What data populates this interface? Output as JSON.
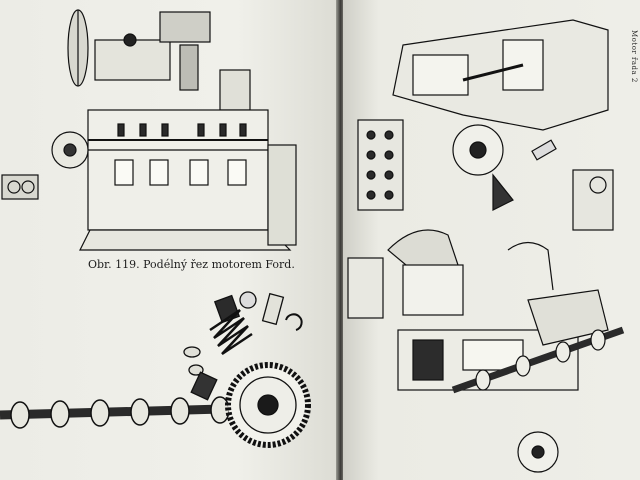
{
  "left_page": {
    "figure_caption": "Obr. 119. Podélný řez motorem Ford."
  },
  "right_page": {
    "edge_text": "Motor řada 2"
  },
  "figures": {
    "left_top": "engine-longitudinal-section",
    "left_bottom": "camshaft-and-valve-parts",
    "right_top": "engine-cross-section",
    "right_bottom": "engine-assembly-section"
  }
}
